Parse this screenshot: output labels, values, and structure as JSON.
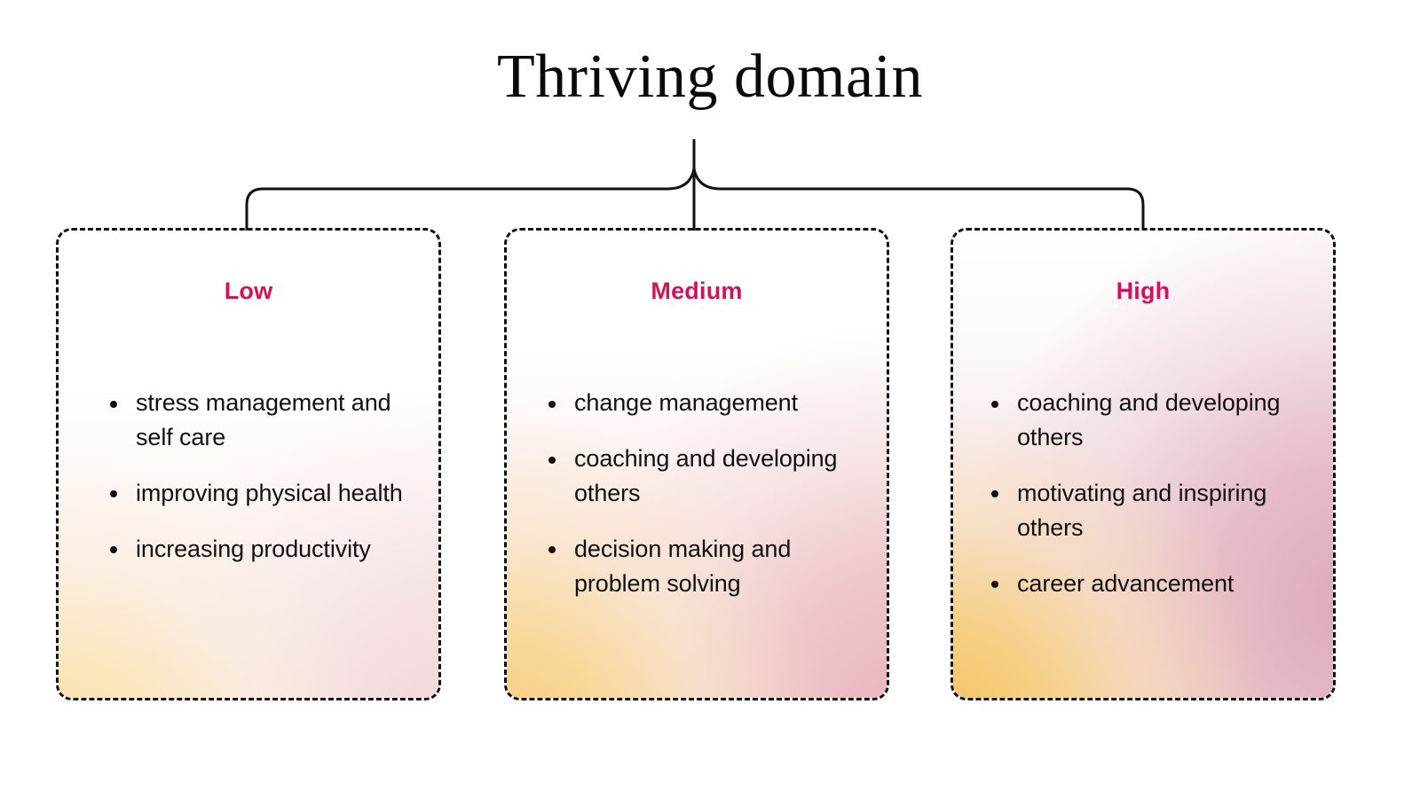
{
  "title": "Thriving domain",
  "accent_color": "#D6115C",
  "text_color": "#111111",
  "border_color": "#111111",
  "connector_color": "#111111",
  "columns": [
    {
      "id": "low",
      "header": "Low",
      "gradient": {
        "warm": "#F7D89A",
        "cool": "#F0D3D6",
        "top": "#FFFFFF"
      },
      "items": [
        "stress management and self care",
        "improving physical health",
        "increasing productivity"
      ]
    },
    {
      "id": "medium",
      "header": "Medium",
      "gradient": {
        "warm": "#F5C976",
        "cool": "#E8B5BD",
        "top": "#FFFFFF"
      },
      "items": [
        "change management",
        "coaching and developing others",
        "decision making and problem solving"
      ]
    },
    {
      "id": "high",
      "header": "High",
      "gradient": {
        "warm": "#F2C15F",
        "cool": "#DDAABC",
        "top": "#FFFFFF"
      },
      "items": [
        "coaching and developing others",
        "motivating and inspiring others",
        "career advancement"
      ]
    }
  ],
  "connectors": {
    "trunk_label": "vertical-trunk",
    "bracket_label": "horizontal-bracket",
    "branch_arrows": [
      "arrow-to-low",
      "arrow-to-medium",
      "arrow-to-high"
    ],
    "inner_arrows": [
      "inner-arrow-low",
      "inner-arrow-medium",
      "inner-arrow-high"
    ]
  }
}
